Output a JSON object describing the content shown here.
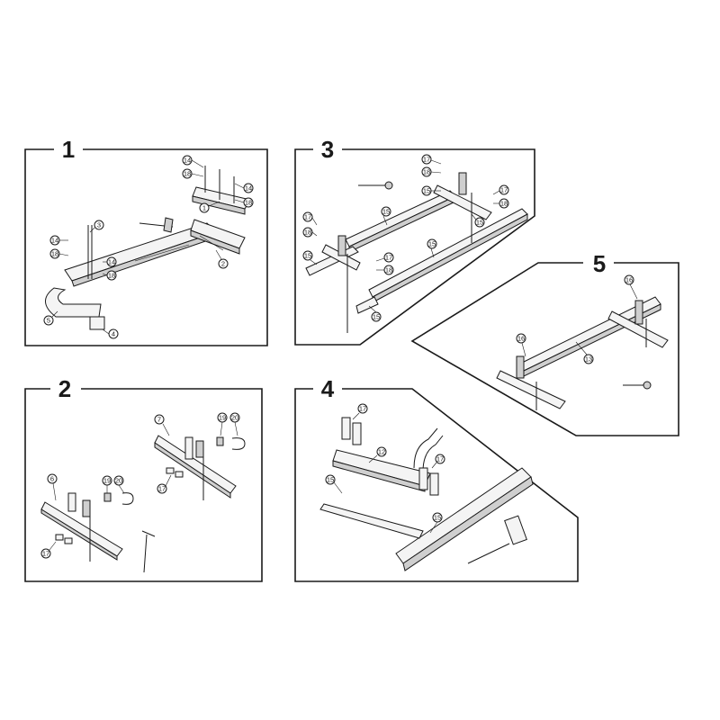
{
  "panels": [
    {
      "title": "1",
      "callouts": [
        "14",
        "18",
        "14",
        "18",
        "1",
        "2",
        "3",
        "14",
        "18",
        "14",
        "18",
        "5",
        "4"
      ]
    },
    {
      "title": "2",
      "callouts": [
        "7",
        "19",
        "20",
        "17",
        "6",
        "19",
        "20",
        "17"
      ]
    },
    {
      "title": "3",
      "callouts": [
        "17",
        "18",
        "15",
        "17",
        "18",
        "15",
        "17",
        "18",
        "15",
        "15",
        "17",
        "18",
        "15",
        "15"
      ]
    },
    {
      "title": "4",
      "callouts": [
        "17",
        "12",
        "17",
        "15",
        "15"
      ]
    },
    {
      "title": "5",
      "callouts": [
        "16",
        "16",
        "13"
      ]
    }
  ]
}
